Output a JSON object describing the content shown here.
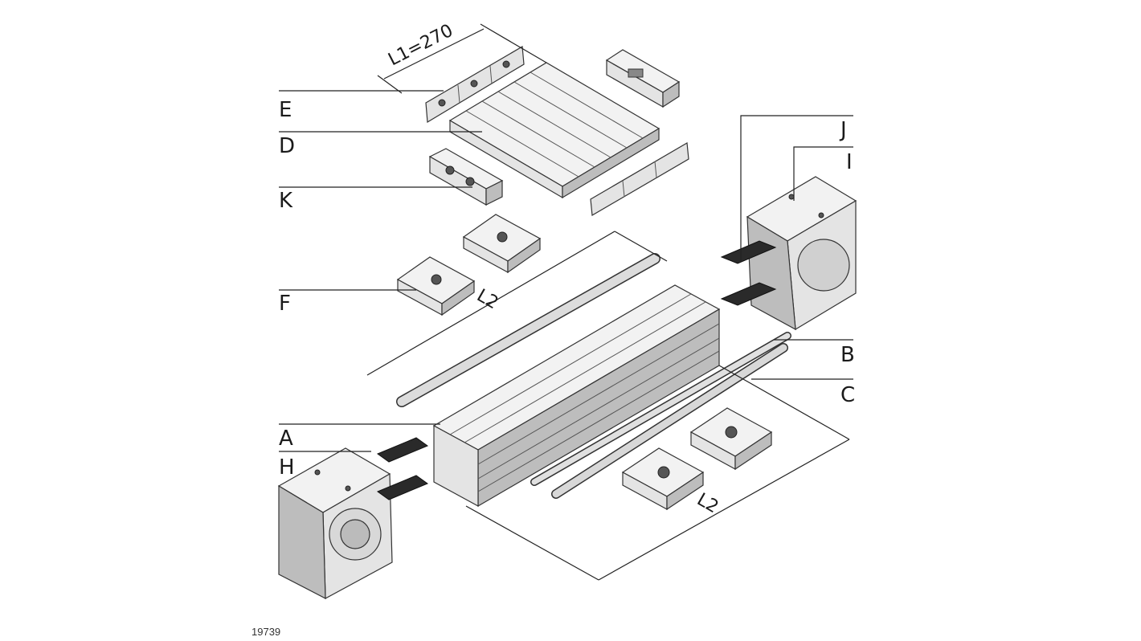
{
  "callouts": {
    "A": "A",
    "B": "B",
    "C": "C",
    "D": "D",
    "E": "E",
    "F": "F",
    "H": "H",
    "I": "I",
    "J": "J",
    "K": "K"
  },
  "dimensions": {
    "l1": "L1=270",
    "l2_upper": "L2",
    "l2_lower": "L2"
  },
  "reference_number": "19739"
}
